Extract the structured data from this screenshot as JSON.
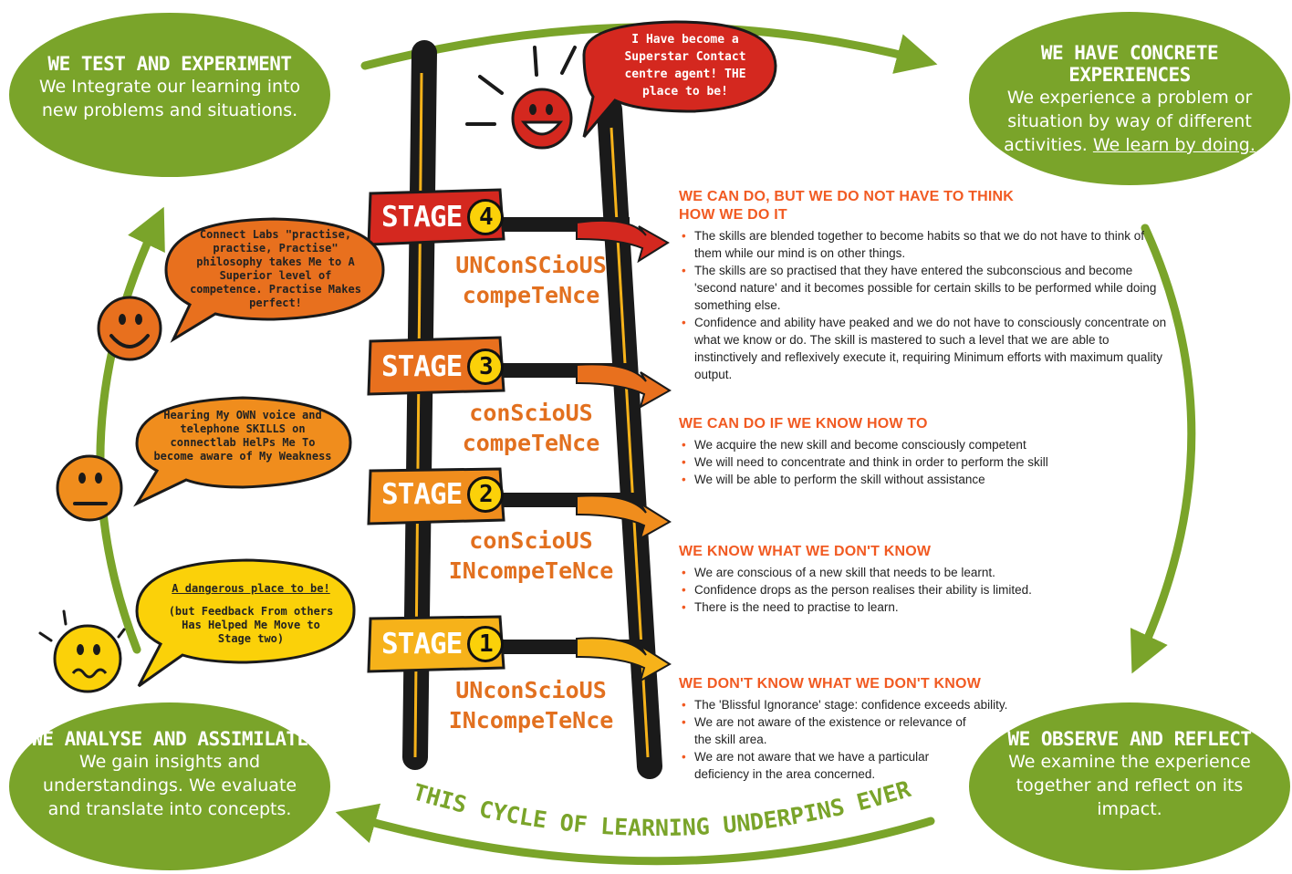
{
  "bubbles": {
    "test": {
      "title": "WE TEST AND EXPERIMENT",
      "body": "We Integrate our learning into new problems and situations."
    },
    "concrete": {
      "title": "WE HAVE CONCRETE EXPERIENCES",
      "body": "We experience a problem or situation by way of different activities.",
      "body_underlined": "We learn by doing."
    },
    "analyse": {
      "title": "WE ANALYSE AND ASSIMILATE",
      "body": "We gain insights and understandings. We evaluate and translate into concepts."
    },
    "observe": {
      "title": "WE OBSERVE AND REFLECT",
      "body": "We examine the experience together and reflect on its impact."
    }
  },
  "speech": {
    "superstar": "I Have become a Superstar Contact centre agent! THE place to be!",
    "practise": "Connect Labs \"practise, practise, Practise\" philosophy takes Me to A Superior level of competence. Practise Makes perfect!",
    "voice": "Hearing My OWN voice and telephone SKILLS on connectlab HelPs Me To become aware of My Weakness",
    "danger_title": "A dangerous place to be!",
    "danger_body": "(but Feedback From others Has Helped Me Move to Stage two)"
  },
  "stages": [
    {
      "label": "STAGE",
      "number": "4",
      "competence": "UNConSCioUS compeTeNce",
      "color": "#d4281f"
    },
    {
      "label": "STAGE",
      "number": "3",
      "competence": "conScioUS compeTeNce",
      "color": "#e8701e"
    },
    {
      "label": "STAGE",
      "number": "2",
      "competence": "conScioUS INcompeTeNce",
      "color": "#f08d1d"
    },
    {
      "label": "STAGE",
      "number": "1",
      "competence": "UNconScioUS INcompeTeNce",
      "color": "#f6b21a"
    }
  ],
  "sections": [
    {
      "heading": "WE CAN DO, BUT WE DO NOT HAVE TO THINK HOW WE DO IT",
      "items": [
        "The skills are blended together to become habits so that we do not have to think of them while our mind is on other things.",
        "The skills are so practised that they have entered the subconscious and become 'second nature' and it becomes possible for certain skills to be performed while doing something else.",
        "Confidence and ability have peaked and we do not have to consciously concentrate on what we know or do. The skill is mastered to such a level that we are able to instinctively and reflexively execute it, requiring Minimum efforts with maximum quality output."
      ]
    },
    {
      "heading": "WE CAN DO IF WE KNOW HOW TO",
      "items": [
        "We acquire the new skill and become consciously competent",
        "We will need to concentrate and think in order to perform the skill",
        "We will be able to perform the skill without assistance"
      ]
    },
    {
      "heading": "WE KNOW WHAT WE DON'T KNOW",
      "items": [
        "We are conscious of a new skill that needs to be learnt.",
        "Confidence drops as the person realises their ability is limited.",
        "There is the need to practise to learn."
      ]
    },
    {
      "heading": "WE DON'T KNOW WHAT WE DON'T KNOW",
      "items": [
        "The 'Blissful Ignorance' stage: confidence exceeds ability.",
        "We are not aware of the existence or relevance of the skill area.",
        "We are not aware that we have a particular deficiency in the area concerned."
      ]
    }
  ],
  "cycle_caption": "THIS CYCLE OF LEARNING UNDERPINS EVERY OUTCOME",
  "colors": {
    "green": "#7aa42a",
    "ladder": "#1a1a1a",
    "heading": "#f15a22",
    "face_red": "#d4281f",
    "face_orange": "#e8701e",
    "face_yellow": "#fbd109"
  }
}
